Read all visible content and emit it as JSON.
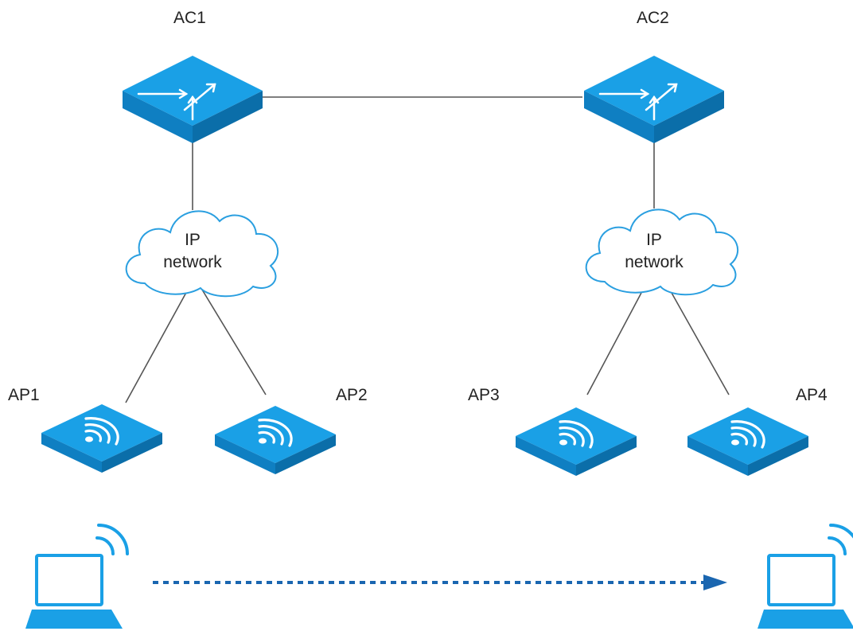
{
  "controllers": {
    "ac1": {
      "label": "AC1"
    },
    "ac2": {
      "label": "AC2"
    }
  },
  "clouds": {
    "left": {
      "line1": "IP",
      "line2": "network"
    },
    "right": {
      "line1": "IP",
      "line2": "network"
    }
  },
  "access_points": {
    "ap1": {
      "label": "AP1"
    },
    "ap2": {
      "label": "AP2"
    },
    "ap3": {
      "label": "AP3"
    },
    "ap4": {
      "label": "AP4"
    }
  },
  "colors": {
    "device_top": "#1aa0e6",
    "device_side": "#0f7fc2",
    "device_front": "#0b6ea9",
    "link_line": "#555555",
    "cloud_stroke": "#2a9fe0",
    "roam_arrow": "#1a66b0",
    "laptop": "#1aa0e6"
  },
  "icons": {
    "controller": "router-icon",
    "access_point": "wifi-access-point-icon",
    "cloud": "cloud-icon",
    "client": "laptop-wifi-icon"
  }
}
